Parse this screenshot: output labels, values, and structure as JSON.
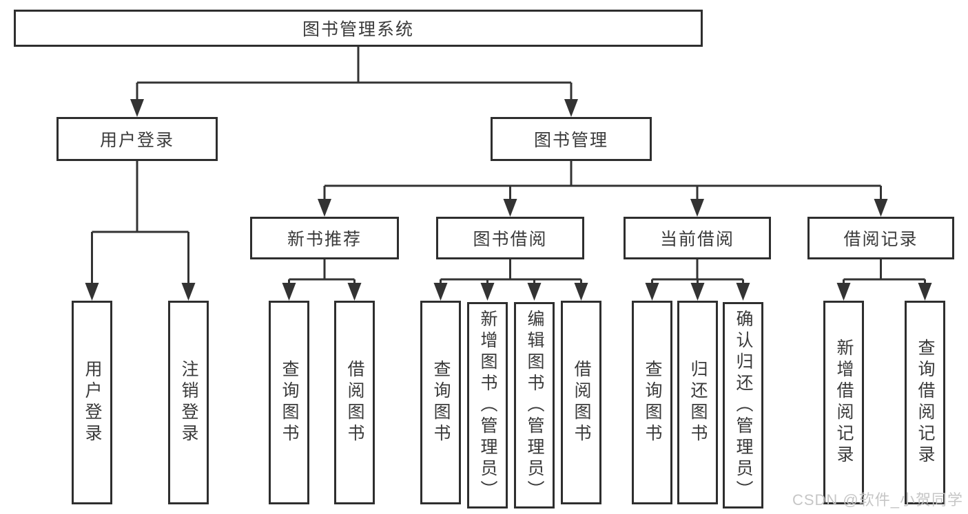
{
  "diagram_title": "图书管理系统",
  "colors": {
    "line": "#333333",
    "box_border": "#2e2e2e",
    "text": "#3a3a3a",
    "watermark": "#c3c3c3",
    "background": "#ffffff"
  },
  "tree": {
    "label": "图书管理系统",
    "children": [
      {
        "label": "用户登录",
        "children": [
          {
            "label": "用户登录"
          },
          {
            "label": "注销登录"
          }
        ]
      },
      {
        "label": "图书管理",
        "children": [
          {
            "label": "新书推荐",
            "children": [
              {
                "label": "查询图书"
              },
              {
                "label": "借阅图书"
              }
            ]
          },
          {
            "label": "图书借阅",
            "children": [
              {
                "label": "查询图书"
              },
              {
                "label": "新增图书（管理员）"
              },
              {
                "label": "编辑图书（管理员）"
              },
              {
                "label": "借阅图书"
              }
            ]
          },
          {
            "label": "当前借阅",
            "children": [
              {
                "label": "查询图书"
              },
              {
                "label": "归还图书"
              },
              {
                "label": "确认归还（管理员）"
              }
            ]
          },
          {
            "label": "借阅记录",
            "children": [
              {
                "label": "新增借阅记录"
              },
              {
                "label": "查询借阅记录"
              }
            ]
          }
        ]
      }
    ]
  },
  "watermark": "CSDN @软件_小贺同学"
}
